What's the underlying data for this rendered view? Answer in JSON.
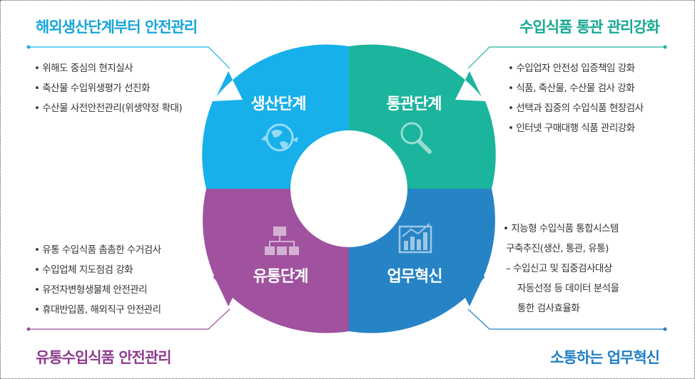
{
  "titles": {
    "top_left": "해외생산단계부터 안전관리",
    "top_right": "수입식품 통관 관리강화",
    "bottom_left": "유통수입식품 안전관리",
    "bottom_right": "소통하는 업무혁신"
  },
  "quadrants": {
    "top_left": "생산단계",
    "top_right": "통관단계",
    "bottom_left": "유통단계",
    "bottom_right": "업무혁신"
  },
  "lists": {
    "top_left": [
      "• 위해도 중심의 현지실사",
      "• 축산물 수입위생평가 선진화",
      "• 수산물 사전안전관리(위생약정 확대)"
    ],
    "top_right": [
      "• 수입업자 안전성 입증책임 강화",
      "• 식품, 축산물, 수산물 검사 강화",
      "• 선택과 집중의 수입식품 현장검사",
      "• 인터넷 구매대행 식품 관리강화"
    ],
    "bottom_left": [
      "• 유통 수입식품 촘촘한 수거검사",
      "• 수입업체 지도점검 강화",
      "• 유전자변형생물체 안전관리",
      "• 휴대반입품, 해외직구 안전관리"
    ],
    "bottom_right": [
      "• 지능형 수입식품 통합시스템",
      "구축추진(생산, 통관, 유통)",
      "– 수입신고 및 집중검사대상",
      "자동선정 등 데이터 분석을",
      "통한 검사효율화"
    ]
  },
  "colors": {
    "top_left": "#17b0ea",
    "top_right": "#1bb49c",
    "bottom_left": "#a0529f",
    "bottom_right": "#2684c6"
  },
  "icons": {
    "top_left": "globe-arrows-icon",
    "top_right": "magnifier-icon",
    "bottom_left": "org-chart-icon",
    "bottom_right": "growth-chart-icon"
  }
}
